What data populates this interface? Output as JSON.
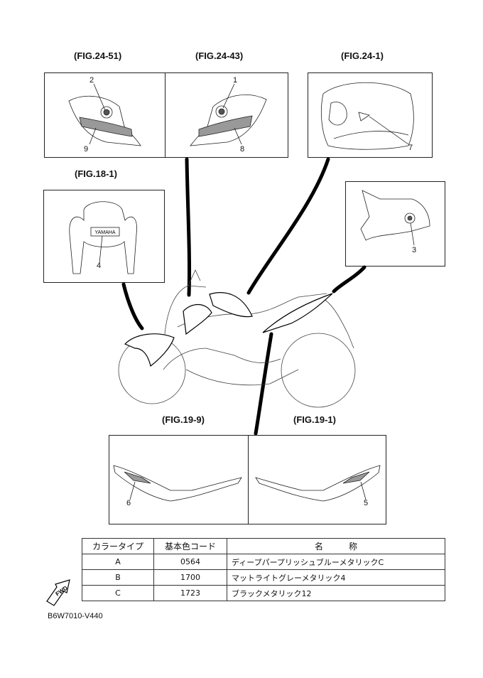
{
  "figures": {
    "fig_24_51": "(FIG.24-51)",
    "fig_24_43": "(FIG.24-43)",
    "fig_24_1": "(FIG.24-1)",
    "fig_18_1": "(FIG.18-1)",
    "fig_19_9": "(FIG.19-9)",
    "fig_19_1": "(FIG.19-1)"
  },
  "callouts": [
    "1",
    "2",
    "3",
    "4",
    "5",
    "6",
    "7",
    "8",
    "9"
  ],
  "emblem_text": "YAMAHA",
  "fwd_text": "FWD",
  "color_table": {
    "headers": [
      "カラータイプ",
      "基本色コード",
      "名　　　称"
    ],
    "rows": [
      {
        "type": "A",
        "code": "0564",
        "name": "ディープパープリッシュブルーメタリックC"
      },
      {
        "type": "B",
        "code": "1700",
        "name": "マットライトグレーメタリック4"
      },
      {
        "type": "C",
        "code": "1723",
        "name": "ブラックメタリック12"
      }
    ]
  },
  "doc_code": "B6W7010-V440"
}
